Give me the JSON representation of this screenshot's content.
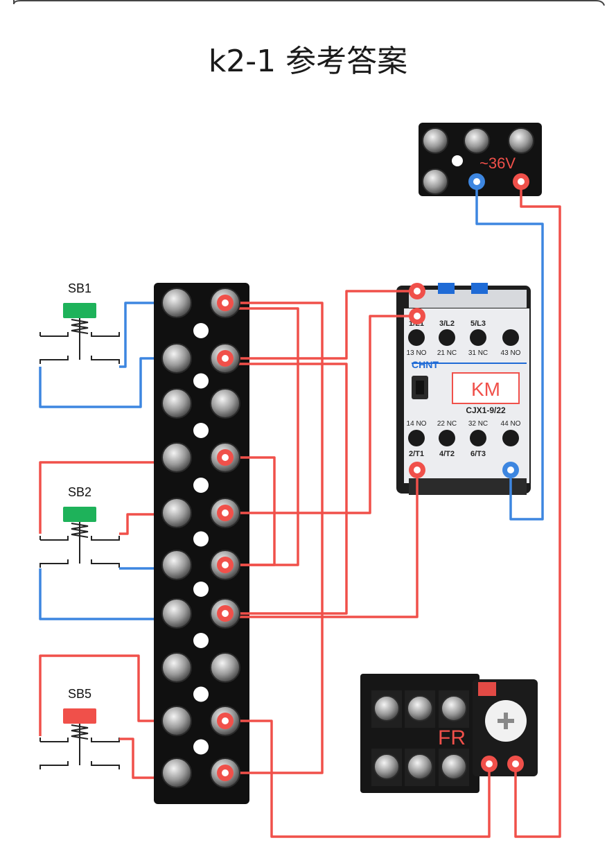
{
  "title": "k2-1 参考答案",
  "buttons": {
    "sb1": "SB1",
    "sb2": "SB2",
    "sb5": "SB5"
  },
  "power": {
    "label": "~36V"
  },
  "contactor": {
    "brand": "CHNT",
    "name": "KM",
    "model": "CJX1-9/22",
    "top_terminals": [
      "1/L1",
      "3/L2",
      "5/L3"
    ],
    "top_aux": [
      "13 NO",
      "21 NC",
      "31 NC",
      "43 NO"
    ],
    "bottom_aux": [
      "14 NO",
      "22 NC",
      "32 NC",
      "44 NO"
    ],
    "bottom_terminals": [
      "2/T1",
      "4/T2",
      "6/T3"
    ]
  },
  "overload": {
    "name": "FR"
  },
  "colors": {
    "red_wire": "#f0504a",
    "blue_wire": "#3d86e0",
    "green_button": "#1eb25a",
    "red_button": "#f0504a"
  }
}
